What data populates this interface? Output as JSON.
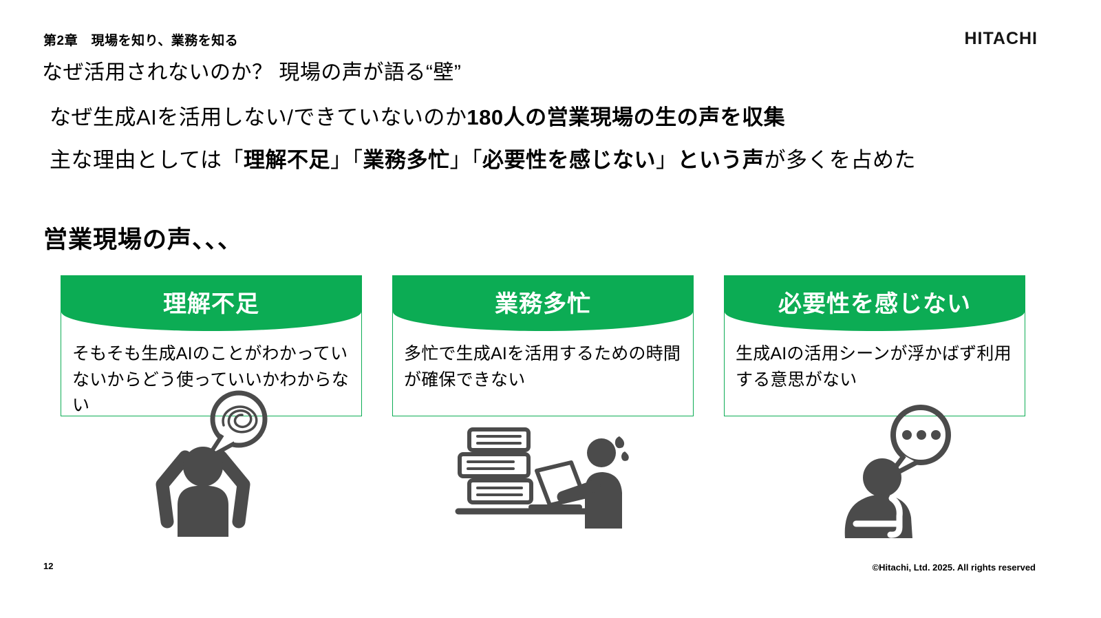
{
  "header": {
    "chapter": "第2章　現場を知り、業務を知る",
    "title": "なぜ活用されないのか？ 現場の声が語る“壁”",
    "logo": "HITACHI"
  },
  "summary": {
    "line1_runs": [
      {
        "text": "なぜ生成AIを活用しない/できていないのか"
      },
      {
        "text": "180人の営業現場の生の声を収集"
      }
    ],
    "line2_runs": [
      {
        "text": "主な理由としては「"
      },
      {
        "text": "理解不足"
      },
      {
        "text": "」「"
      },
      {
        "text": "業務多忙"
      },
      {
        "text": "」「"
      },
      {
        "text": "必要性を感じない"
      },
      {
        "text": "」"
      },
      {
        "text": "という声"
      },
      {
        "text": "が多くを占めた"
      }
    ]
  },
  "section_heading": "営業現場の声、、、",
  "cards": [
    {
      "title": "理解不足",
      "body": "そもそも生成AIのことがわかっていないからどう使っていいかわからない",
      "icon": "confused-person-icon"
    },
    {
      "title": "業務多忙",
      "body": "多忙で生成AIを活用するための時間が確保できない",
      "icon": "busy-worker-icon"
    },
    {
      "title": "必要性を感じない",
      "body": "生成AIの活用シーンが浮かばず利用する意思がない",
      "icon": "thinking-person-icon"
    }
  ],
  "footer": {
    "page_number": "12",
    "copyright": "©Hitachi, Ltd. 2025. All rights reserved"
  },
  "colors": {
    "accent_green": "#0cac54",
    "icon_gray": "#4b4b4b",
    "text_black": "#000000",
    "banner_text": "#ffffff"
  }
}
